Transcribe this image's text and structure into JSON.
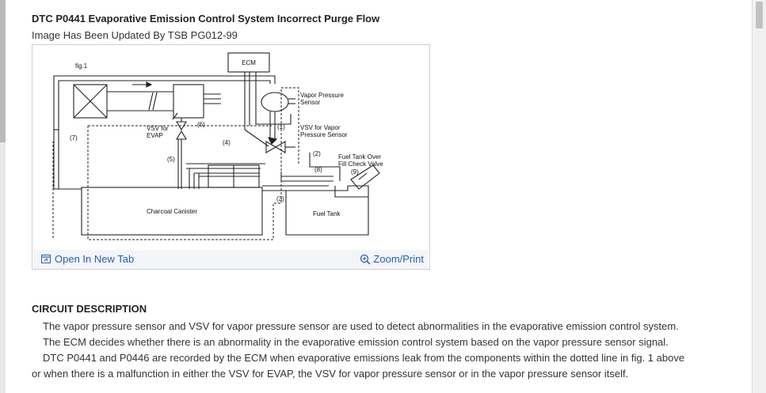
{
  "document": {
    "title": "DTC P0441 Evaporative Emission Control System Incorrect Purge Flow",
    "subtitle": "Image Has Been Updated By TSB PG012-99"
  },
  "figure": {
    "labels": {
      "fig": "fig.1",
      "ecm": "ECM",
      "vapor_pressure_sensor_1": "Vapor Pressure",
      "vapor_pressure_sensor_2": "Sensor",
      "vsv_evap_1": "VSV for",
      "vsv_evap_2": "EVAP",
      "vsv_vapor_1": "VSV for Vapor",
      "vsv_vapor_2": "Pressure Sensor",
      "fuel_tank_valve_1": "Fuel Tank Over",
      "fuel_tank_valve_2": "Fill Check Valve",
      "charcoal_canister": "Charcoal Canister",
      "fuel_tank": "Fuel Tank",
      "n1": "(1)",
      "n2": "(2)",
      "n3": "(3)",
      "n4": "(4)",
      "n5": "(5)",
      "n6": "(6)",
      "n7": "(7)",
      "n8": "(8)",
      "n9": "(9)"
    },
    "open_tab_label": "Open In New Tab",
    "zoom_label": "Zoom/Print",
    "open_tab_icon": "open-in-new-tab-icon",
    "zoom_icon": "zoom-in-icon"
  },
  "circuit": {
    "heading": "CIRCUIT DESCRIPTION",
    "lines": [
      "The vapor pressure sensor and VSV for vapor pressure sensor are used to detect abnormalities in the evaporative emission control system.",
      "The ECM decides whether there is an abnormality in the evaporative emission control system based on the vapor pressure sensor signal.",
      "DTC P0441 and P0446 are recorded by the ECM when evaporative emissions leak from the components within the dotted line in fig. 1 above",
      "or when there is a malfunction in either the VSV for EVAP, the VSV for vapor pressure sensor or in the vapor pressure sensor itself."
    ]
  },
  "colors": {
    "link": "#2b5fab",
    "figure_bar": "#f3f5f9"
  }
}
